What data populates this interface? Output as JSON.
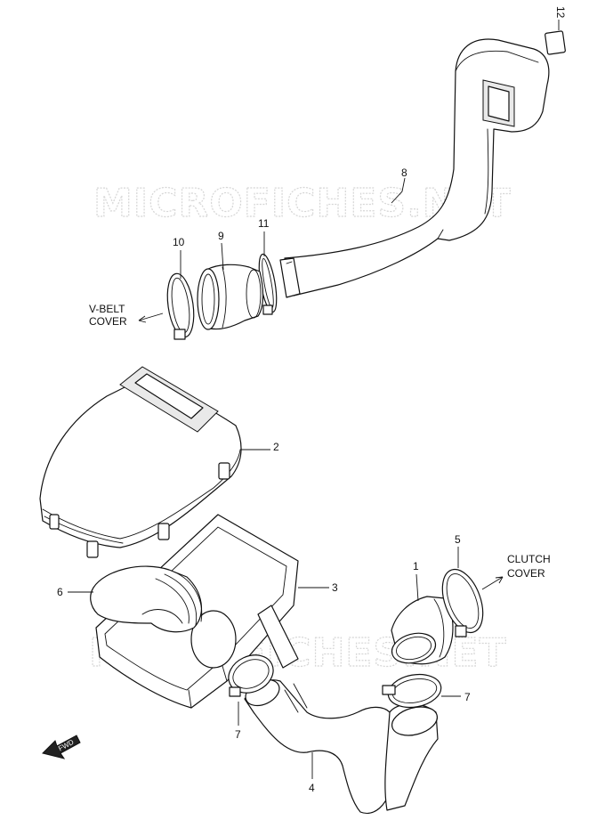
{
  "watermark": "MICROFICHES.NET",
  "callouts": {
    "p1": "1",
    "p2": "2",
    "p3": "3",
    "p4": "4",
    "p5": "5",
    "p6": "6",
    "p7a": "7",
    "p7b": "7",
    "p8": "8",
    "p9": "9",
    "p10": "10",
    "p11": "11",
    "p12": "12"
  },
  "notes": {
    "vbelt_line1": "V-BELT",
    "vbelt_line2": "COVER",
    "clutch_line1": "CLUTCH",
    "clutch_line2": "COVER",
    "fwd": "FWD"
  }
}
